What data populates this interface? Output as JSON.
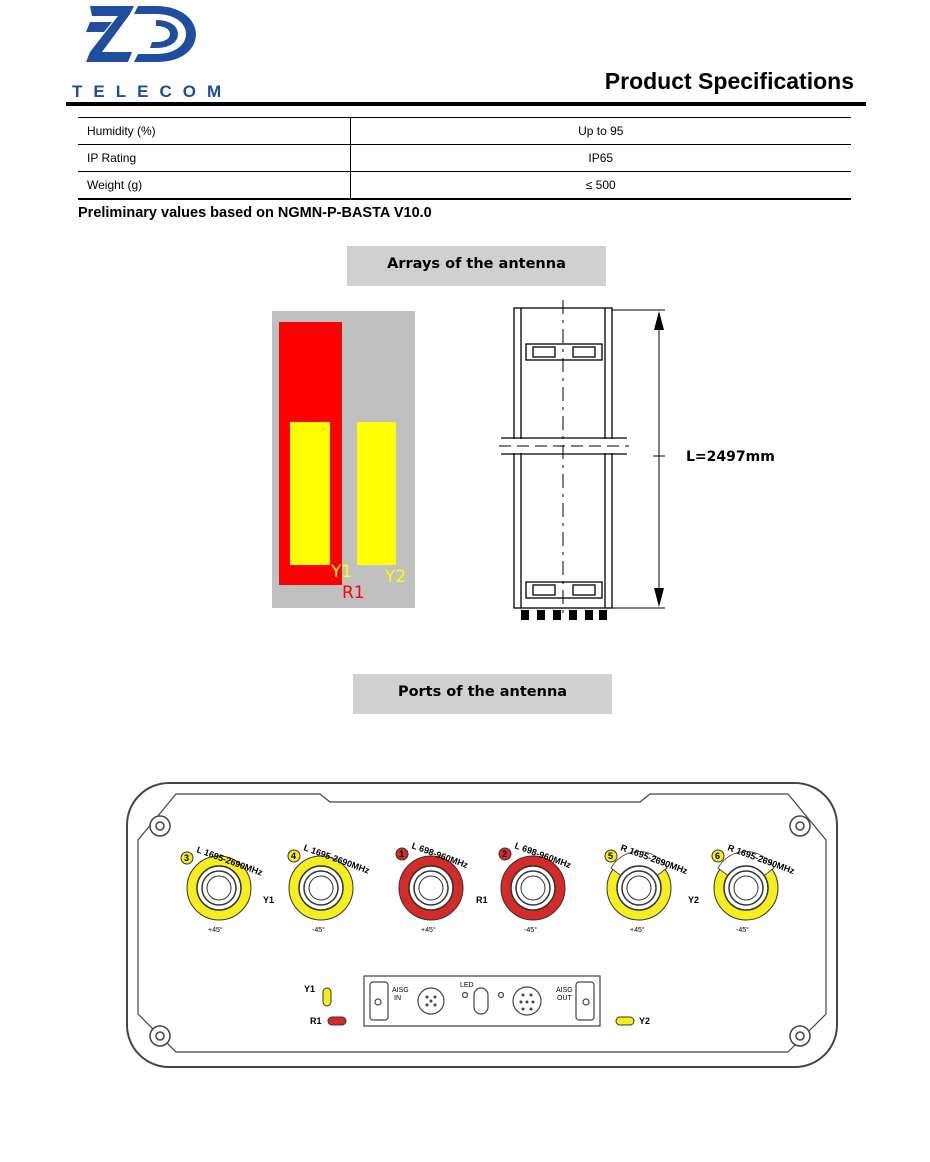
{
  "header": {
    "brand": "TELECOM",
    "title": "Product Specifications",
    "colors": {
      "brand_blue": "#1f4e9e"
    }
  },
  "specs": [
    {
      "label": "Humidity (%)",
      "value": "Up to 95"
    },
    {
      "label": "IP Rating",
      "value": "IP65"
    },
    {
      "label": "Weight (g)",
      "value": "≤ 500"
    }
  ],
  "note": "Preliminary values based on NGMN-P-BASTA V10.0",
  "arrays": {
    "section_title": "Arrays of the antenna",
    "labels": {
      "r1": "R1",
      "y1": "Y1",
      "y2": "Y2"
    },
    "dimension": "L=2497mm",
    "colors": {
      "r1": "#ff0000",
      "y": "#ffff00",
      "bg": "#c0c0c0"
    }
  },
  "ports": {
    "section_title": "Ports of the antenna",
    "connectors": [
      {
        "num": "3",
        "band": "L 1695-2690MHz",
        "pol": "+45°",
        "group": "Y1"
      },
      {
        "num": "4",
        "band": "L 1695-2690MHz",
        "pol": "-45°",
        "group": "Y1"
      },
      {
        "num": "1",
        "band": "L 698-960MHz",
        "pol": "+45°",
        "group": "R1"
      },
      {
        "num": "2",
        "band": "L 698-960MHz",
        "pol": "-45°",
        "group": "R1"
      },
      {
        "num": "5",
        "band": "R 1695-2690MHz",
        "pol": "+45°",
        "group": "Y2"
      },
      {
        "num": "6",
        "band": "R 1695-2690MHz",
        "pol": "-45°",
        "group": "Y2"
      }
    ],
    "group_labels": {
      "y1": "Y1",
      "r1": "R1",
      "y2": "Y2"
    },
    "aisg_in": [
      "AISG",
      "IN"
    ],
    "aisg_out": [
      "AISG",
      "OUT"
    ],
    "led": "LED",
    "status": {
      "y1": "Y1",
      "r1": "R1",
      "y2": "Y2"
    },
    "colors": {
      "yellow": "#f5ee1e",
      "red": "#d42a28"
    }
  }
}
